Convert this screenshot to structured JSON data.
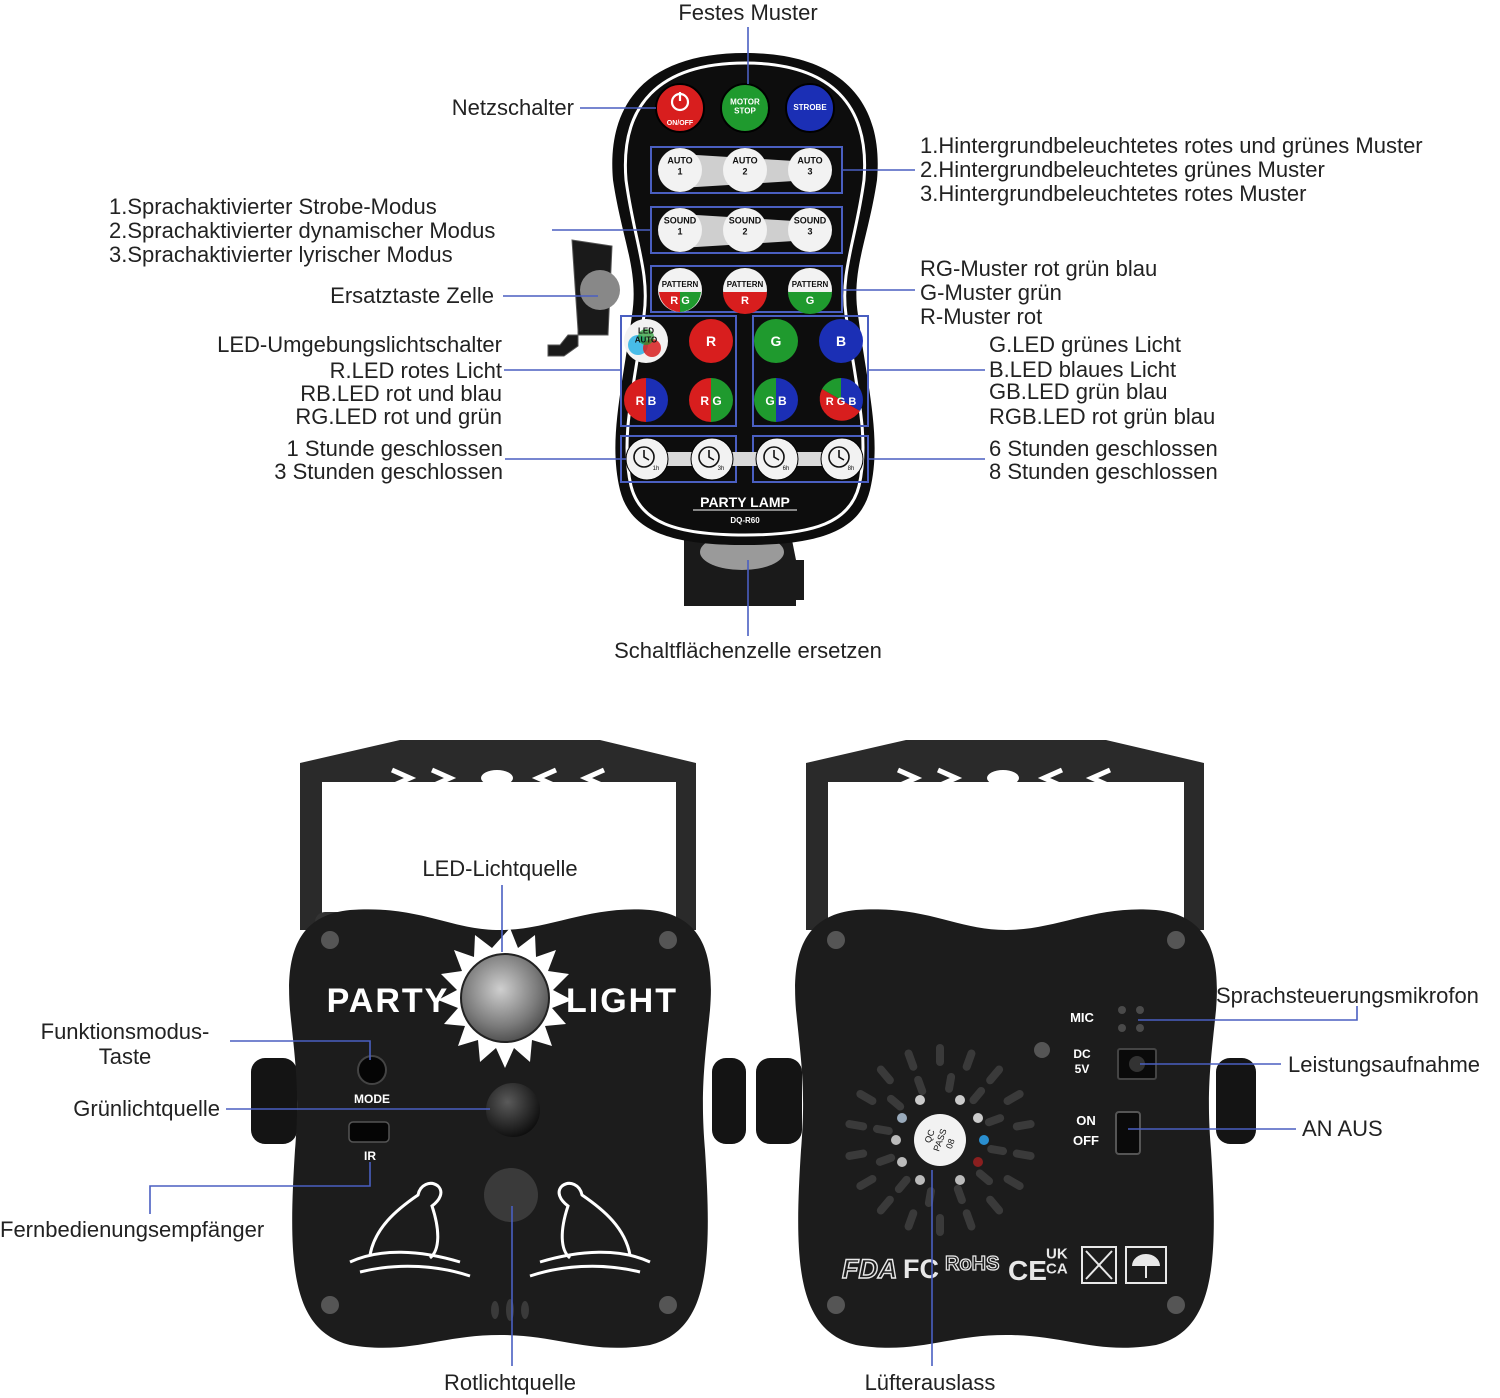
{
  "remote": {
    "brand": "PARTY LAMP",
    "model": "DQ-R60",
    "power_button": "ON/OFF",
    "motor_button": "MOTOR STOP",
    "strobe_button": "STROBE",
    "auto_buttons": [
      "AUTO 1",
      "AUTO 2",
      "AUTO 3"
    ],
    "sound_buttons": [
      "SOUND 1",
      "SOUND 2",
      "SOUND 3"
    ],
    "pattern_label": "PATTERN",
    "pattern_buttons": [
      "R G",
      "R",
      "G"
    ],
    "led_auto_button": "LED AUTO",
    "color_buttons": [
      "R",
      "G",
      "B"
    ],
    "combo_buttons": [
      "R B",
      "R G",
      "G B",
      "R G B"
    ],
    "timer_buttons": [
      "1h",
      "3h",
      "6h",
      "8h"
    ]
  },
  "remote_callouts": {
    "festes_muster": "Festes Muster",
    "netzschalter": "Netzschalter",
    "hintergrund": [
      "1.Hintergrundbeleuchtetes rotes und grünes Muster",
      "2.Hintergrundbeleuchtetes grünes Muster",
      "3.Hintergrundbeleuchtetes rotes Muster"
    ],
    "sprach": [
      "1.Sprachaktivierter Strobe-Modus",
      "2.Sprachaktivierter dynamischer Modus",
      "3.Sprachaktivierter lyrischer Modus"
    ],
    "ersatztaste": "Ersatztaste Zelle",
    "muster": [
      "RG-Muster rot grün blau",
      "G-Muster grün",
      "R-Muster rot"
    ],
    "led_left": [
      "LED-Umgebungslichtschalter",
      "R.LED rotes Licht",
      "RB.LED rot und blau",
      "RG.LED rot und grün"
    ],
    "led_right": [
      "G.LED grünes Licht",
      "B.LED blaues Licht",
      "GB.LED grün blau",
      "RGB.LED rot grün blau"
    ],
    "timer_left": [
      "1 Stunde geschlossen",
      "3 Stunden geschlossen"
    ],
    "timer_right": [
      "6 Stunden geschlossen",
      "8 Stunden geschlossen"
    ],
    "schaltflaeche": "Schaltflächenzelle ersetzen"
  },
  "front_device": {
    "text_left": "PARTY",
    "text_right": "LIGHT",
    "mode_label": "MODE",
    "ir_label": "IR",
    "callouts": {
      "led_lichtquelle": "LED-Lichtquelle",
      "funktionsmodus": [
        "Funktionsmodus-",
        "Taste"
      ],
      "gruenlicht": "Grünlichtquelle",
      "fernbedienung": "Fernbedienungsempfänger",
      "rotlicht": "Rotlichtquelle"
    }
  },
  "back_device": {
    "mic_label": "MIC",
    "dc_label": [
      "DC",
      "5V"
    ],
    "on_off_label": [
      "ON",
      "OFF"
    ],
    "qc_label": [
      "QC",
      "PASS",
      "08"
    ],
    "cert_marks": [
      "FDA",
      "FC",
      "RoHS",
      "CE",
      "UK CA"
    ],
    "callouts": {
      "mikrofon": "Sprachsteuerungsmikrofon",
      "leistung": "Leistungsaufnahme",
      "an_aus": "AN AUS",
      "luefter": "Lüfterauslass"
    }
  },
  "colors": {
    "line": "#4a5fc1",
    "red_button": "#d81e1e",
    "green_button": "#1f9a2e",
    "blue_button": "#1b2fb5",
    "device_body": "#1c1c1c"
  }
}
